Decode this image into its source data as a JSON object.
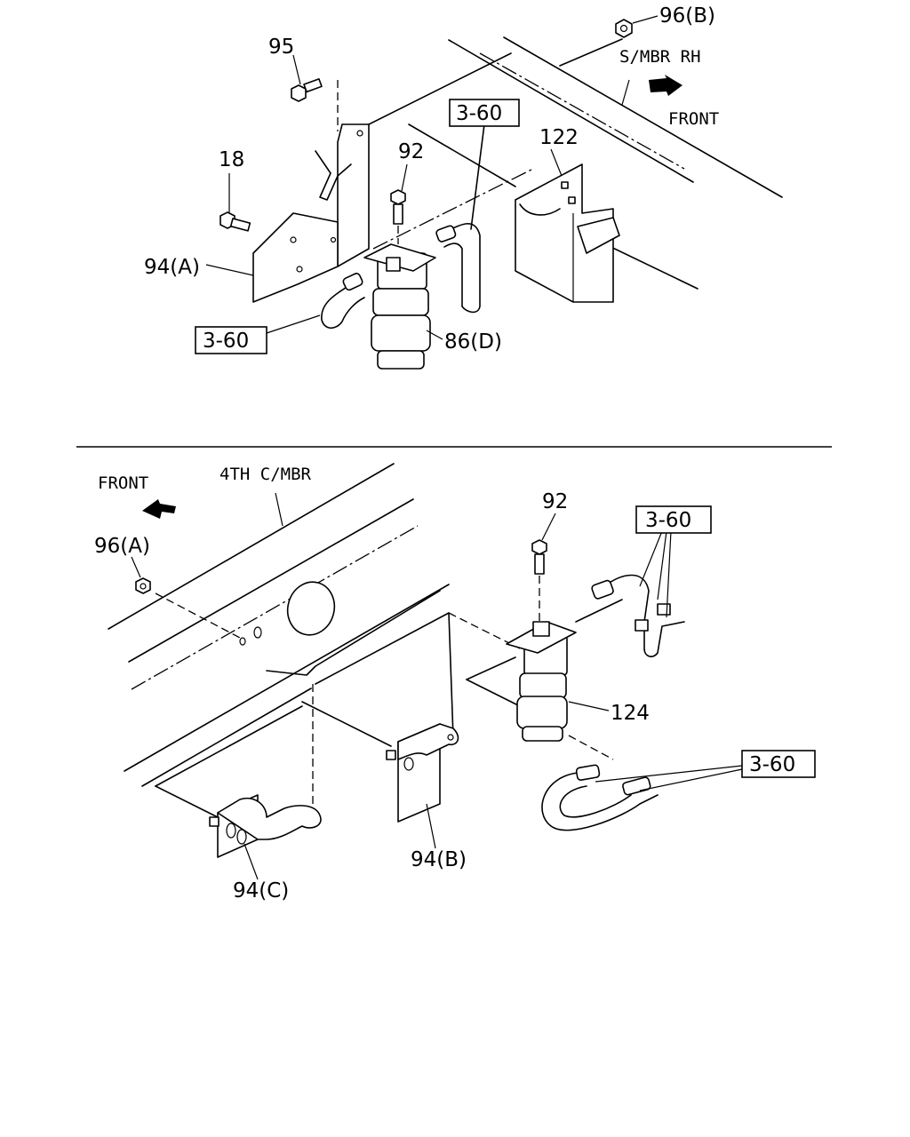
{
  "labels": {
    "part_96b": "96(B)",
    "smbr_rh": "S/MBR RH",
    "front_top": "FRONT",
    "part_95": "95",
    "ref_top_center": "3-60",
    "part_122": "122",
    "part_92_top": "92",
    "part_18": "18",
    "part_94a": "94(A)",
    "ref_top_left": "3-60",
    "part_86d": "86(D)",
    "front_bottom": "FRONT",
    "fourth_cmbr": "4TH C/MBR",
    "part_96a": "96(A)",
    "part_92_bottom": "92",
    "ref_bottom_upper": "3-60",
    "part_124": "124",
    "ref_bottom_lower": "3-60",
    "part_94b": "94(B)",
    "part_94c": "94(C)"
  }
}
